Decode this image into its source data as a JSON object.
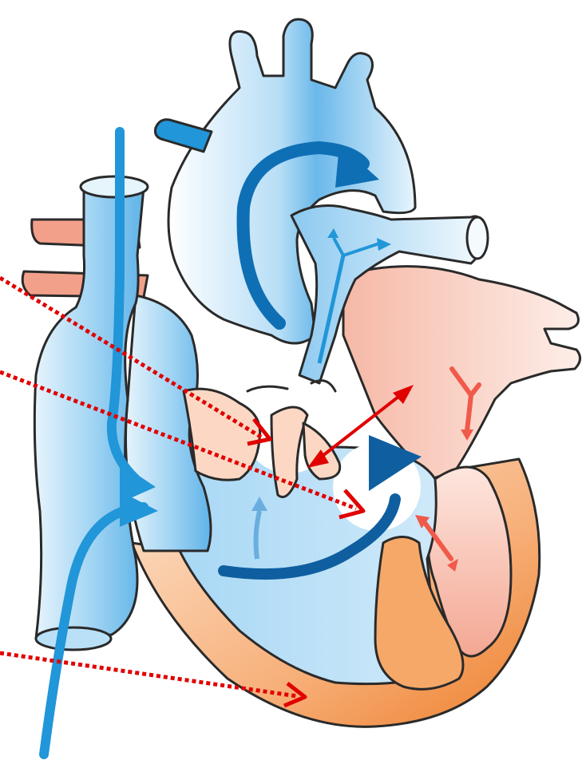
{
  "colors": {
    "venous_blue": "#8fcaf0",
    "venous_blue_light": "#dff0fb",
    "flow_blue": "#2196d8",
    "flow_blue_dark": "#0f5fa0",
    "arterial_red": "#f3a08a",
    "arterial_red_light": "#fbe0d6",
    "muscle_orange": "#f08a3c",
    "muscle_orange_light": "#fbd3b2",
    "annotation_red": "#e00000"
  },
  "arrow_icons": [
    "dotted-pointer-arrow",
    "double-headed-arrow",
    "flow-arrow",
    "branching-flow-arrow"
  ]
}
